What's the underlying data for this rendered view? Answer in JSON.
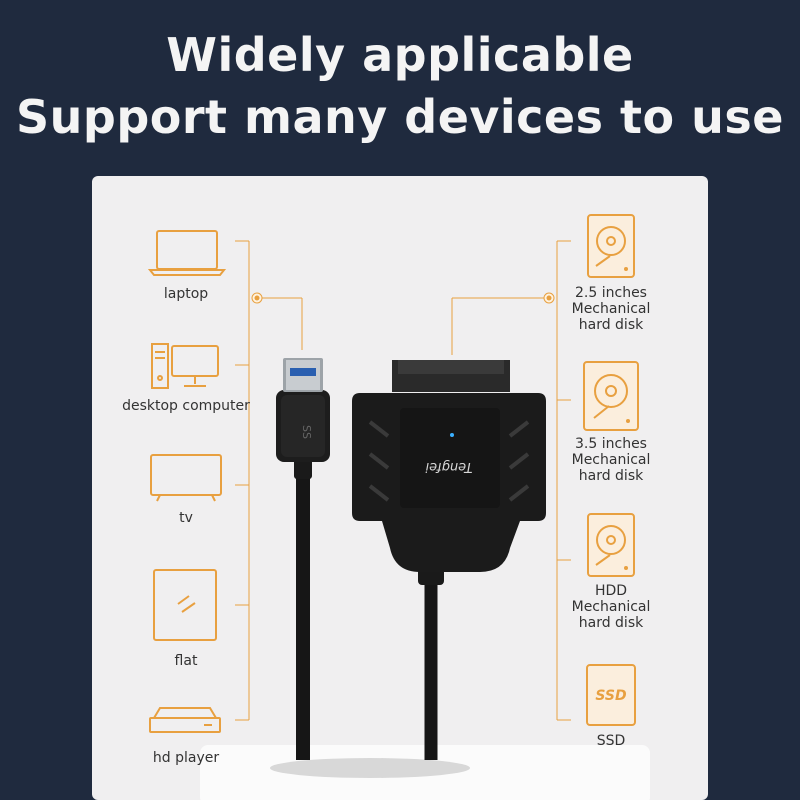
{
  "headline": {
    "line1": "Widely applicable",
    "line2": "Support many devices to use"
  },
  "left_devices": [
    {
      "label": "laptop",
      "icon": "laptop-icon"
    },
    {
      "label": "desktop computer",
      "icon": "desktop-computer-icon"
    },
    {
      "label": "tv",
      "icon": "tv-icon"
    },
    {
      "label": "flat",
      "icon": "tablet-icon"
    },
    {
      "label": "hd player",
      "icon": "hd-player-icon"
    }
  ],
  "right_devices": [
    {
      "label": "2.5 inches\nMechanical\nhard disk",
      "icon": "hard-disk-icon"
    },
    {
      "label": "3.5 inches\nMechanical\nhard disk",
      "icon": "hard-disk-icon"
    },
    {
      "label": "HDD\nMechanical\nhard disk",
      "icon": "hard-disk-icon"
    },
    {
      "label": "SSD",
      "icon": "ssd-icon",
      "badge": "SSD"
    }
  ],
  "product": {
    "brand": "Tengfei",
    "usb_mark": "SS"
  },
  "colors": {
    "background": "#1f2a3e",
    "panel": "#f0eff0",
    "accent": "#e8a040",
    "device": "#1b1b1b"
  }
}
